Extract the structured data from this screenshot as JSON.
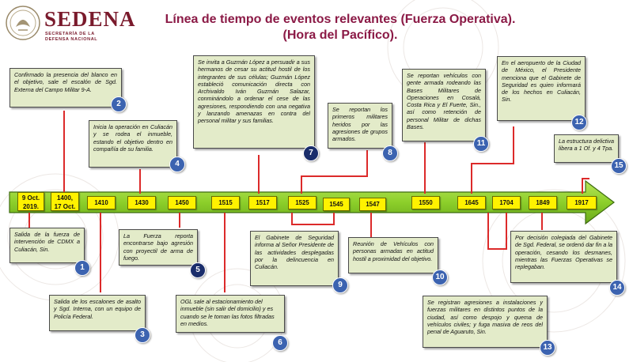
{
  "header": {
    "logo_name": "SEDENA",
    "logo_sub1": "SECRETARÍA DE LA",
    "logo_sub2": "DEFENSA NACIONAL",
    "title_line1": "Línea de tiempo de eventos relevantes (Fuerza Operativa).",
    "title_line2": "(Hora del Pacífico)."
  },
  "colors": {
    "accent": "#8b1a46",
    "timeline_arrow": "#8ccf2a",
    "time_label": "#fff200",
    "event_box": "#e3ebc9",
    "badge": "#3c63b0",
    "connector": "#dc2a2a"
  },
  "timeline": {
    "labels": [
      {
        "line1": "9 Oct.",
        "line2": "2019."
      },
      {
        "line1": "1400,",
        "line2": "17 Oct."
      },
      {
        "line1": "1410"
      },
      {
        "line1": "1430"
      },
      {
        "line1": "1450"
      },
      {
        "line1": "1515"
      },
      {
        "line1": "1517"
      },
      {
        "line1": "1525"
      },
      {
        "line1": "1545"
      },
      {
        "line1": "1547"
      },
      {
        "line1": "1550"
      },
      {
        "line1": "1645"
      },
      {
        "line1": "1704"
      },
      {
        "line1": "1849"
      },
      {
        "line1": "1917"
      }
    ]
  },
  "events": [
    {
      "num": "1",
      "text": "Salida de la fuerza de intervención de CDMX a Culiacán, Sin."
    },
    {
      "num": "2",
      "text": "Confirmado la presencia del blanco en el objetivo, sale el escalón de Sgd. Externa del Campo Militar 9-A."
    },
    {
      "num": "3",
      "text": "Salida de los escalones de asalto y Sgd. Interna, con un equipo de Policía Federal."
    },
    {
      "num": "4",
      "text": "Inicia la operación en Culiacán y se rodea el inmueble, estando el objetivo dentro en compañía de su familia."
    },
    {
      "num": "5",
      "text": "La Fuerza reporta encontrarse bajo agresión con proyectil de arma de fuego."
    },
    {
      "num": "6",
      "text": "OGL sale al estacionamiento del inmueble (sin salir del domicilio) y es cuando se le toman las fotos filtradas en medios."
    },
    {
      "num": "7",
      "text": "Se invita a Guzmán López a persuadir a sus hermanos de cesar su actitud hostil de los integrantes de sus células; Guzmán López estableció comunicación directa con Archivaldo Iván Guzmán Salazar, conminándolo a ordenar el cese de las agresiones, respondiendo con una negativa y lanzando amenazas en contra del personal militar y sus familias."
    },
    {
      "num": "8",
      "text": "Se reportan los primeros militares heridos por las agresiones de grupos armados."
    },
    {
      "num": "9",
      "text": "El Gabinete de Seguridad informa al Señor Presidente de las actividades desplegadas por la delincuencia en Culiacán."
    },
    {
      "num": "10",
      "text": "Reunión de Vehículos con personas armadas en actitud hostil a proximidad del objetivo."
    },
    {
      "num": "11",
      "text": "Se reportan vehículos con gente armada rodeando las Bases Militares de Operaciones en Cosalá, Costa Rica y El Fuerte, Sin., así como retención de personal Militar de dichas Bases."
    },
    {
      "num": "12",
      "text": "En el aeropuerto de la Ciudad de México, el Presidente menciona que el Gabinete de Seguridad es quien informará de los hechos en Culiacán, Sin."
    },
    {
      "num": "13",
      "text": "Se registran agresiones a instalaciones y fuerzas militares en distintos puntos de la ciudad, así como despojo y quema de vehículos civiles; y fuga masiva de reos del penal de Aguaruto, Sin."
    },
    {
      "num": "14",
      "text": "Por decisión colegiada del Gabinete de Sgd. Federal, se ordenó dar fin a la operación, cesando los desmanes, mientras las Fuerzas Operativas se replegaban."
    },
    {
      "num": "15",
      "text": "La estructura delictiva libera a 1 Of. y 4 Tpa."
    }
  ]
}
